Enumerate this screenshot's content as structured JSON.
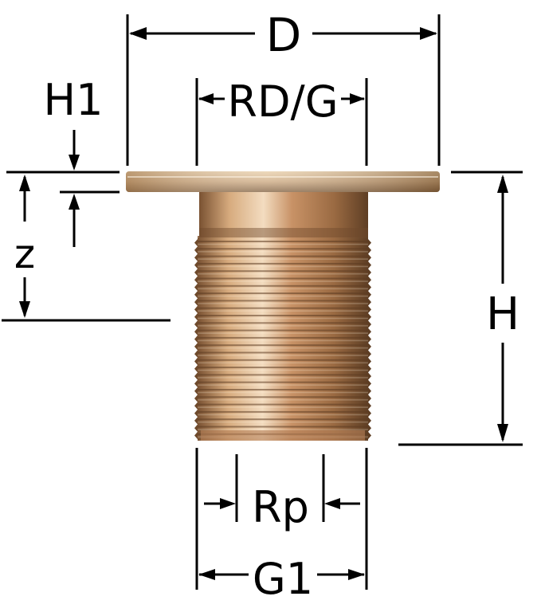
{
  "labels": {
    "D": "D",
    "H1": "H1",
    "RDG": "RD/G",
    "z": "z",
    "H": "H",
    "Rp": "Rp",
    "G1": "G1"
  },
  "colors": {
    "line": "#000000",
    "bronze_light": "#e9c79c",
    "bronze_mid": "#c08a5c",
    "bronze_dark": "#6e4a2c",
    "thread_dark": "#8a5a36"
  }
}
